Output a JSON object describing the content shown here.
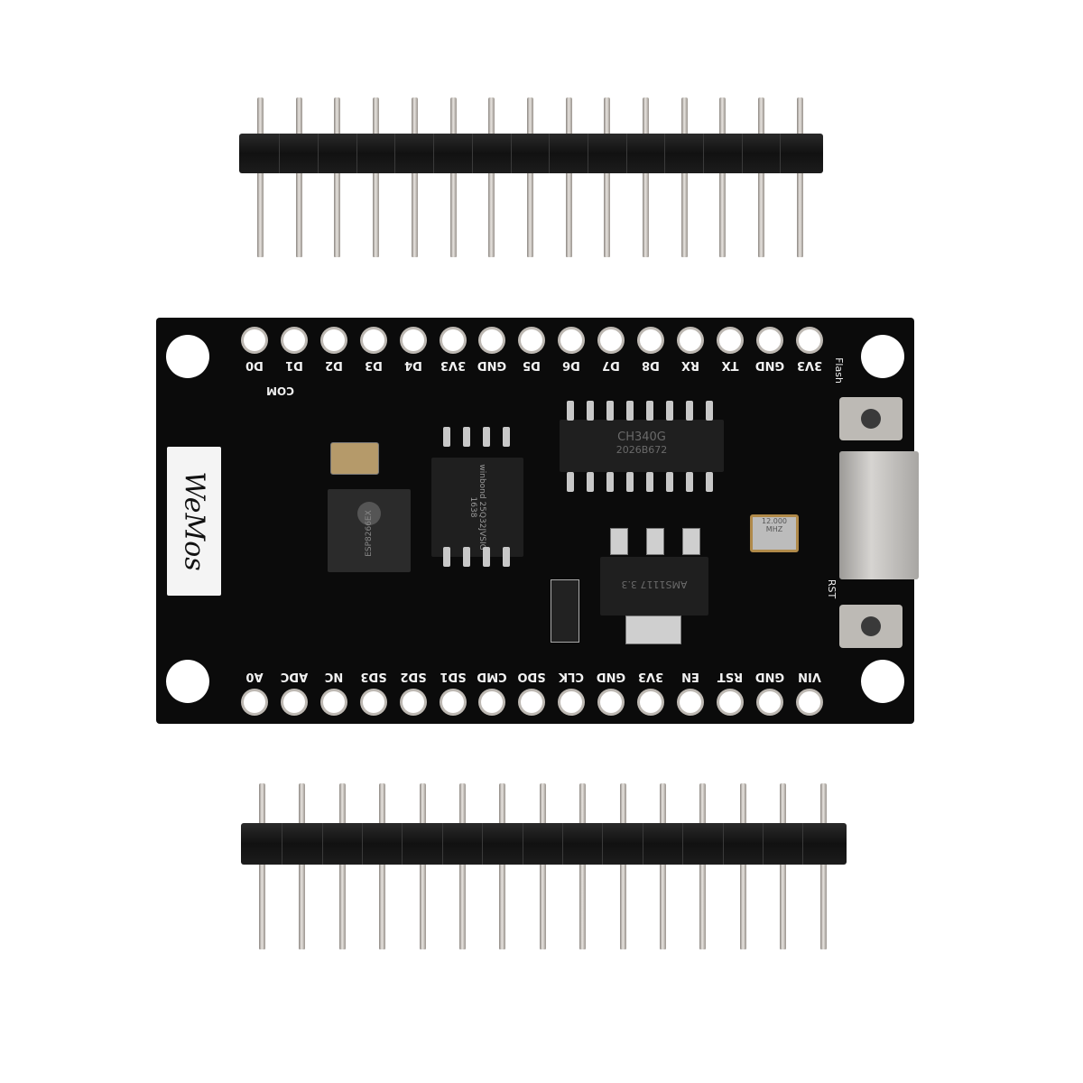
{
  "board": {
    "top_pin_labels": [
      "D0",
      "D1",
      "D2",
      "D3",
      "D4",
      "3V3",
      "GND",
      "D5",
      "D6",
      "D7",
      "D8",
      "RX",
      "TX",
      "GND",
      "3V3"
    ],
    "bottom_pin_labels": [
      "A0",
      "ADC",
      "NC",
      "SD3",
      "SD2",
      "SD1",
      "CMD",
      "SDO",
      "CLK",
      "GND",
      "3V3",
      "EN",
      "RST",
      "GND",
      "VIN"
    ],
    "logo": "WeMos",
    "silkscreen": {
      "com": "COM",
      "flash": "Flash",
      "rst": "RST"
    },
    "chips": {
      "esp": "ESP8266EX",
      "flash": "winbond 25Q32JVSIG 1638",
      "usb_serial": "CH340G",
      "usb_serial_code": "2026B672",
      "regulator": "AMS1117 3.3",
      "crystal": "12.000 MHZ"
    }
  },
  "headers": {
    "pin_count": 15
  },
  "colors": {
    "pcb": "#0b0b0b",
    "header": "#1a1a1a",
    "pin": "#d8d4cf",
    "background": "#ffffff"
  }
}
